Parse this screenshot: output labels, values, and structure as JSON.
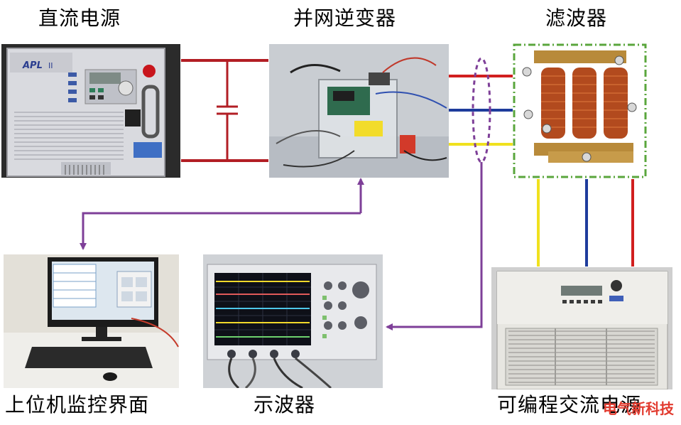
{
  "labels": {
    "dc_source": "直流电源",
    "inverter": "并网逆变器",
    "filter": "滤波器",
    "host_pc": "上位机监控界面",
    "oscilloscope": "示波器",
    "ac_source": "可编程交流电源"
  },
  "dc_source_panel": {
    "brand": "APL",
    "brand_suffix": "II"
  },
  "watermark": "电气新科技",
  "colors": {
    "dc_wire": "#b21e24",
    "phase_red": "#d11f1f",
    "phase_blue": "#1e3c9c",
    "phase_yellow": "#f0e11e",
    "signal": "#7e3f98",
    "filter_frame": "#5aa63c"
  }
}
